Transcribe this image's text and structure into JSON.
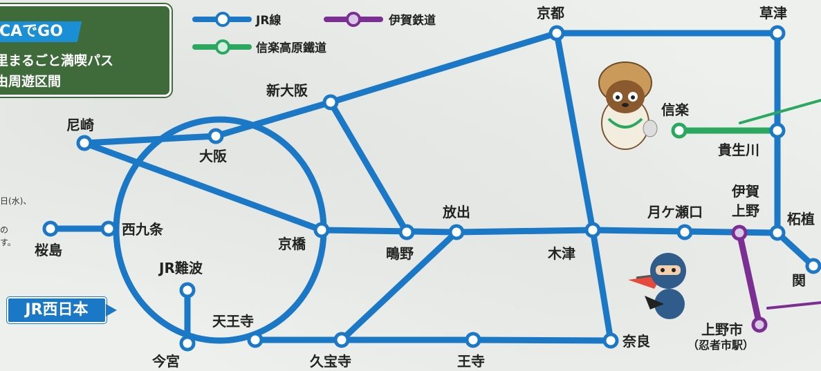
{
  "title": {
    "tag": "CAでGO",
    "line1": "里まるごと満喫パス",
    "line2": "由周遊区間"
  },
  "notes": [
    "日(水)、",
    "の",
    "す。"
  ],
  "badge": "JR西日本",
  "legend": [
    {
      "label": "JR線",
      "color": "#1b78c6"
    },
    {
      "label": "伊賀鉄道",
      "color": "#7b2f93"
    },
    {
      "label": "信楽高原鐵道",
      "color": "#2aa860"
    }
  ],
  "colors": {
    "jr": "#1b78c6",
    "iga": "#7b2f93",
    "shigaraki": "#2aa860"
  },
  "stations": {
    "kyoto": "京都",
    "kusatsu": "草津",
    "shinosaka": "新大阪",
    "amagasaki": "尼崎",
    "osaka": "大阪",
    "shigaraki": "信楽",
    "kibukawa": "貴生川",
    "nishikujo": "西九条",
    "sakurajima": "桜島",
    "kyobashi": "京橋",
    "hanaten": "放出",
    "shigino": "鴫野",
    "kizu": "木津",
    "tsukigase": "月ケ瀬口",
    "igaueno_1": "伊賀",
    "igaueno_2": "上野",
    "tsuge": "柘植",
    "jrnamba": "JR難波",
    "seki": "関",
    "tennoji": "天王寺",
    "imamiya": "今宮",
    "kyuhoji": "久宝寺",
    "oji": "王寺",
    "nara": "奈良",
    "uenoshi": "上野市",
    "ninjashi": "（忍者市駅）"
  }
}
